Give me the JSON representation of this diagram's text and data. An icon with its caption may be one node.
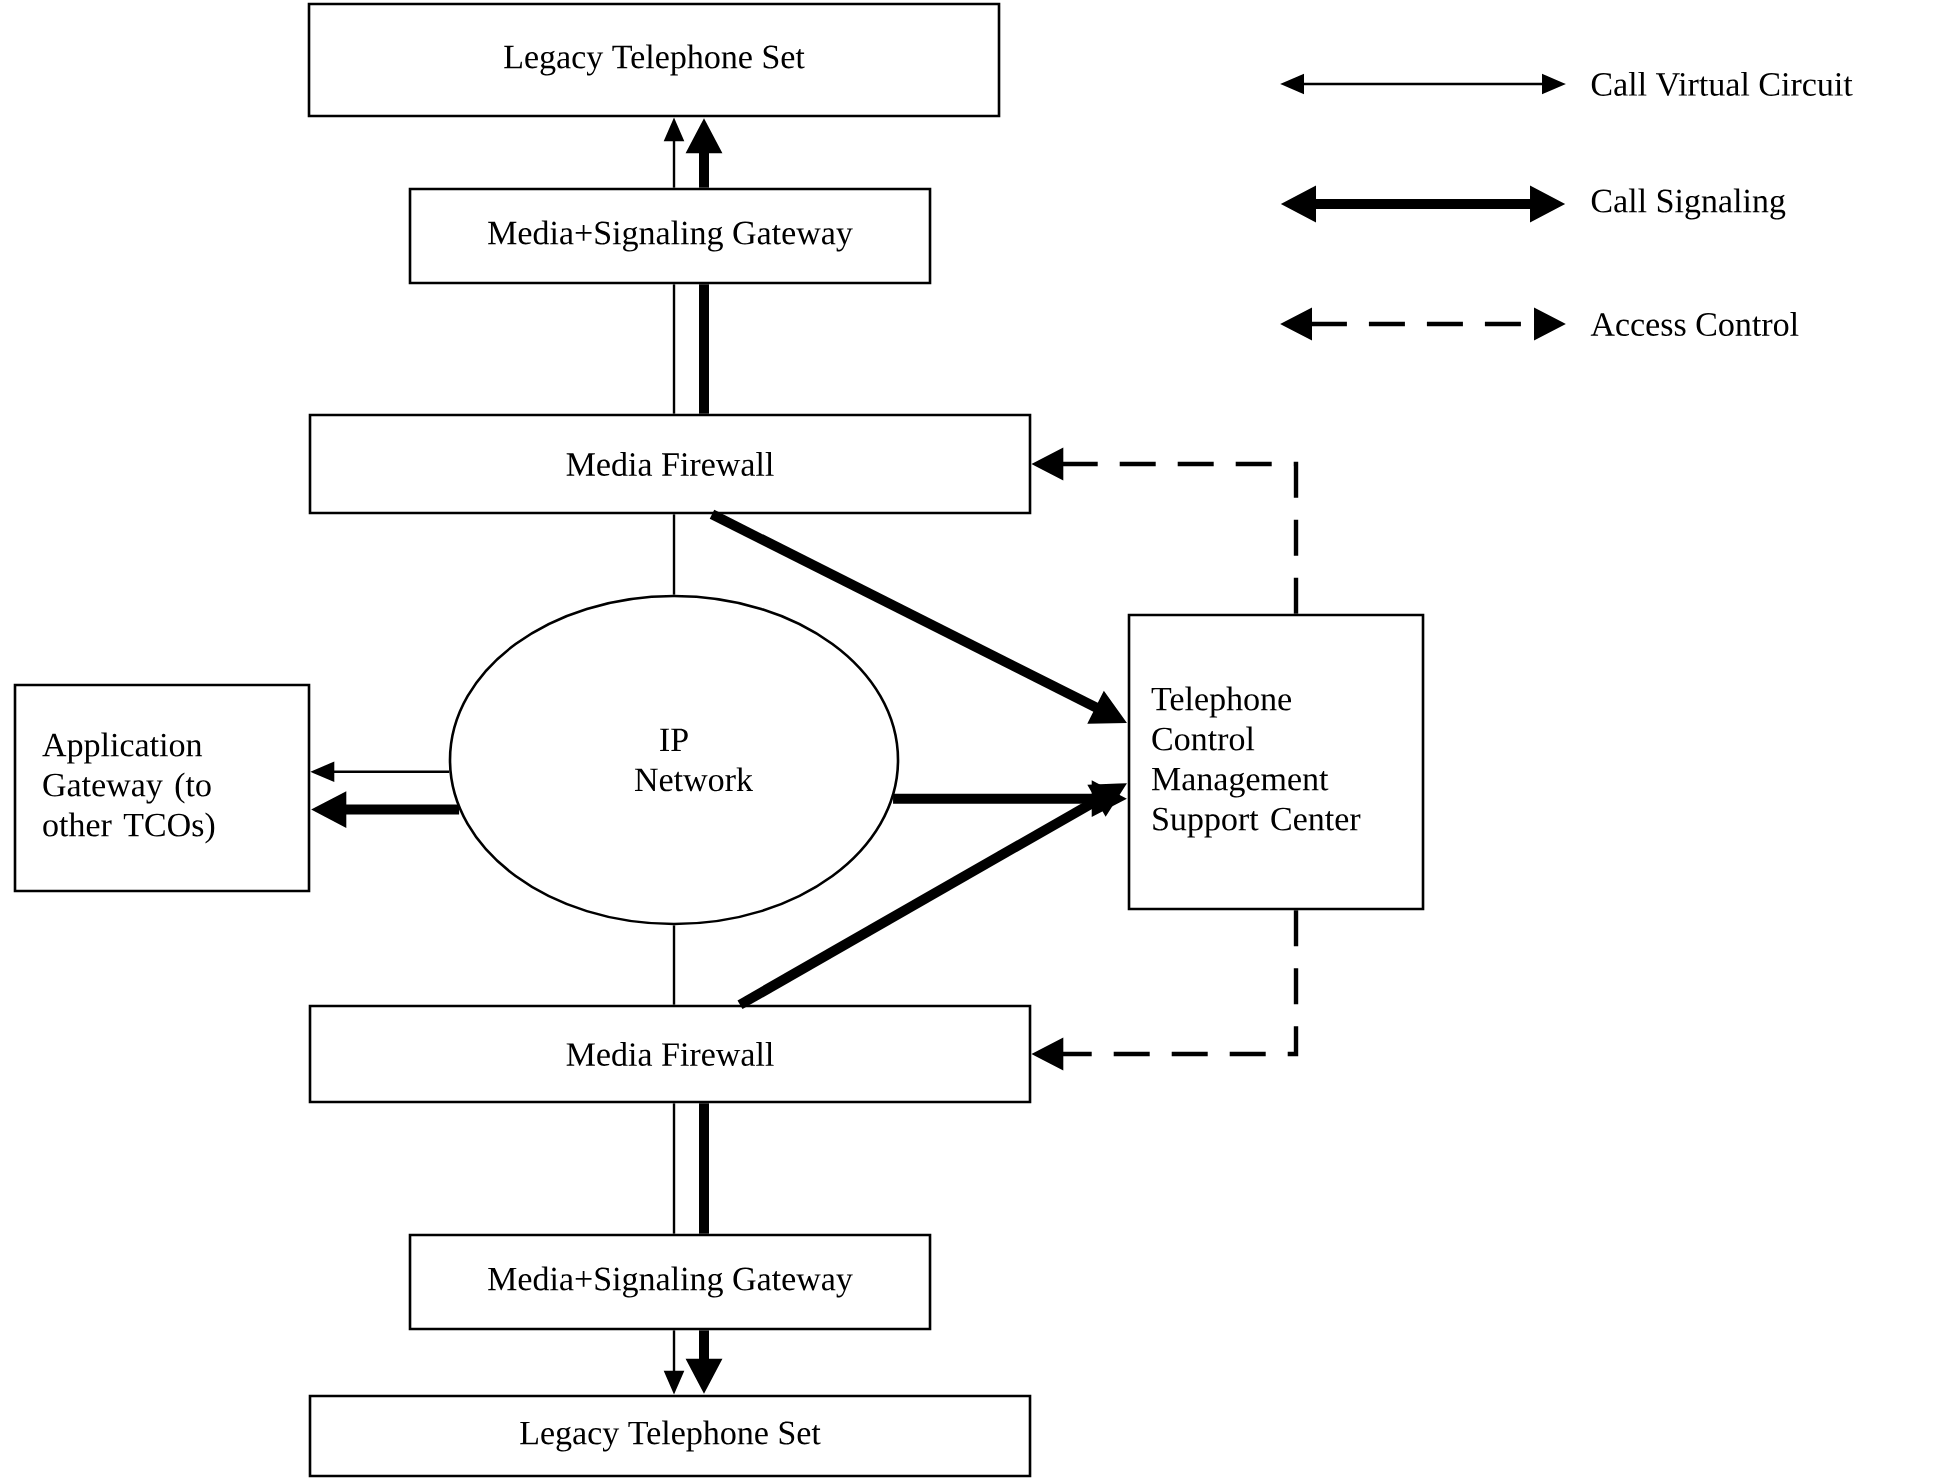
{
  "diagram": {
    "nodes": [
      {
        "text": [
          "Legacy Telephone Set"
        ]
      },
      {
        "text": [
          "Media+Signaling Gateway"
        ]
      },
      {
        "text": [
          "Media Firewall"
        ]
      },
      {
        "text": [
          "IP Network"
        ]
      },
      {
        "text": [
          "Application Gateway (to other TCOs)"
        ]
      },
      {
        "text": [
          "Telephone Control Management Support Center"
        ]
      },
      {
        "text": [
          "Media Firewall"
        ]
      },
      {
        "text": [
          "Media+Signaling Gateway"
        ]
      },
      {
        "text": [
          "Legacy Telephone Set"
        ]
      }
    ],
    "edges": [
      {
        "from": 3,
        "to": 2,
        "arrow": "none"
      },
      {
        "from": 2,
        "to": 1,
        "arrow": "none"
      },
      {
        "from": 1,
        "to": 0,
        "arrow": "to"
      },
      {
        "from": 2,
        "to": 1,
        "arrow": "none",
        "style": "thick"
      },
      {
        "from": 1,
        "to": 0,
        "arrow": "to",
        "style": "thick"
      },
      {
        "from": 3,
        "to": 6,
        "arrow": "none"
      },
      {
        "from": 6,
        "to": 7,
        "arrow": "none"
      },
      {
        "from": 7,
        "to": 8,
        "arrow": "to"
      },
      {
        "from": 6,
        "to": 7,
        "arrow": "none",
        "style": "thick"
      },
      {
        "from": 7,
        "to": 8,
        "arrow": "to",
        "style": "thick"
      },
      {
        "from": 2,
        "to": 5,
        "arrow": "to",
        "style": "thick"
      },
      {
        "from": 3,
        "to": 5,
        "arrow": "to",
        "style": "thick"
      },
      {
        "from": 6,
        "to": 5,
        "arrow": "to",
        "style": "thick"
      },
      {
        "from": 3,
        "to": 4,
        "arrow": "to"
      },
      {
        "from": 3,
        "to": 4,
        "arrow": "to",
        "style": "thick"
      },
      {
        "from": 5,
        "to": 2,
        "arrow": "to",
        "style": "dashed"
      },
      {
        "from": 5,
        "to": 6,
        "arrow": "to",
        "style": "dashed"
      }
    ],
    "legend": [
      {
        "text": "Call Virtual Circuit"
      },
      {
        "text": "Call Signaling"
      },
      {
        "text": "Access Control"
      }
    ]
  }
}
